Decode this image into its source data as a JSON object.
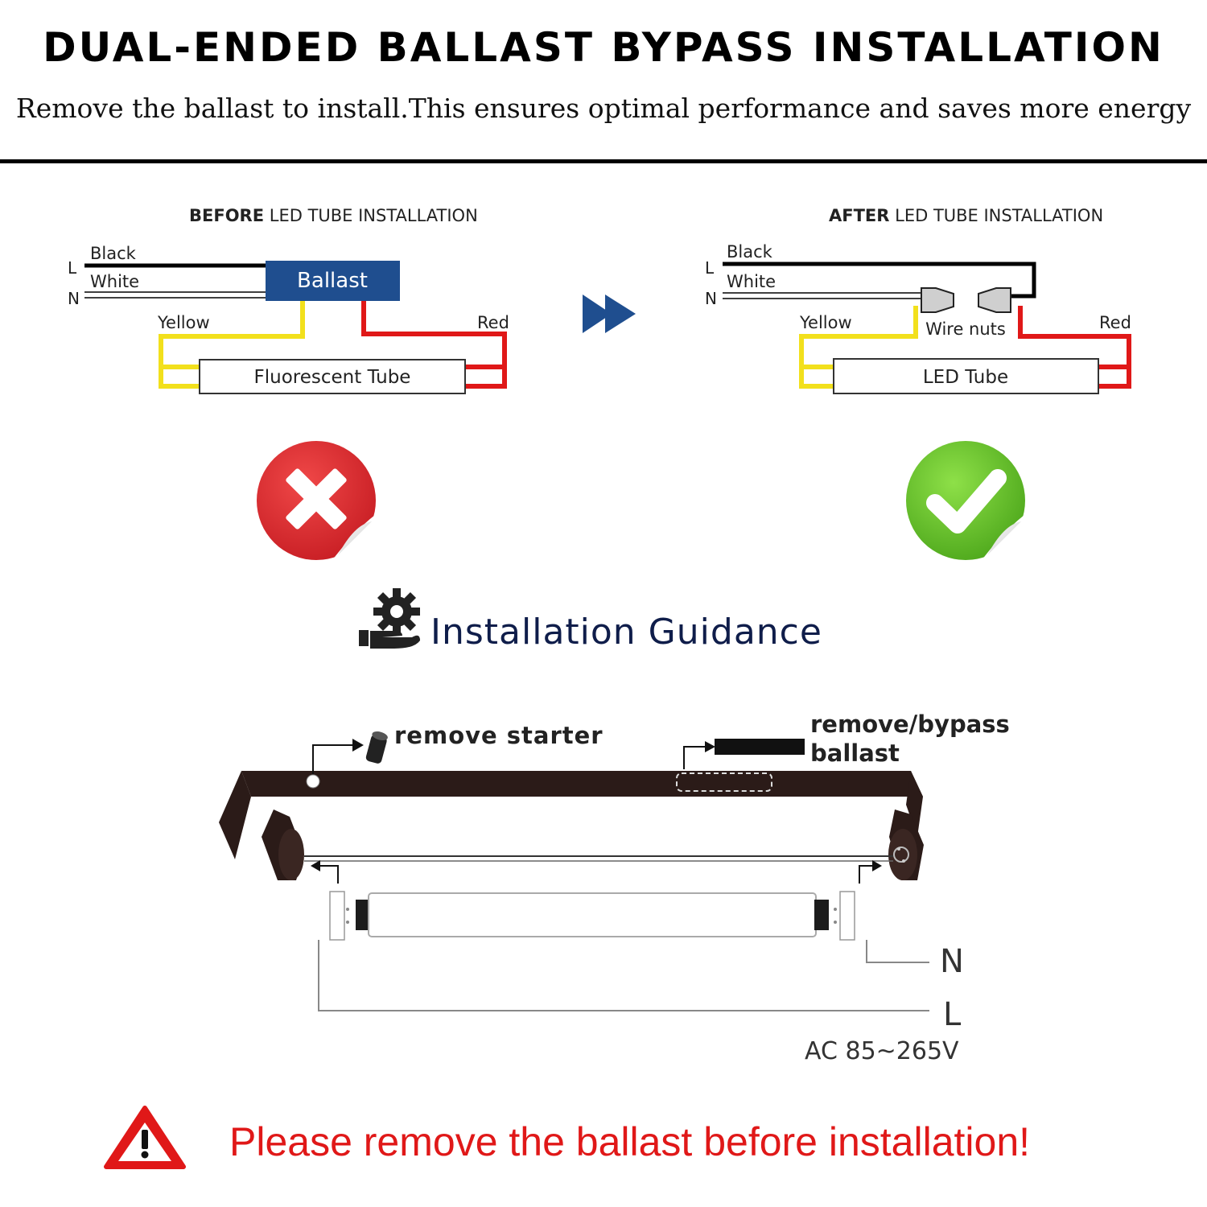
{
  "header": {
    "title": "DUAL-ENDED BALLAST BYPASS INSTALLATION",
    "subtitle": "Remove the ballast to install.This ensures optimal performance and saves more energy"
  },
  "before": {
    "heading_bold": "BEFORE",
    "heading_rest": " LED TUBE INSTALLATION",
    "line_l": "L",
    "line_n": "N",
    "wire_black": "Black",
    "wire_white": "White",
    "ballast": "Ballast",
    "wire_yellow": "Yellow",
    "wire_red": "Red",
    "tube": "Fluorescent Tube"
  },
  "after": {
    "heading_bold": "AFTER",
    "heading_rest": " LED TUBE INSTALLATION",
    "line_l": "L",
    "line_n": "N",
    "wire_black": "Black",
    "wire_white": "White",
    "wire_yellow": "Yellow",
    "wire_nuts": "Wire nuts",
    "wire_red": "Red",
    "tube": "LED Tube"
  },
  "guidance": {
    "title": "Installation Guidance",
    "remove_starter": "remove starter",
    "remove_bypass_1": "remove/bypass",
    "remove_bypass_2": "ballast",
    "label_n": "N",
    "label_l": "L",
    "voltage": "AC 85~265V"
  },
  "warning": {
    "text": "Please remove the ballast before installation!"
  },
  "colors": {
    "ballast_blue": "#1f4e8f",
    "wire_yellow": "#f2e01c",
    "wire_red": "#e01818",
    "cross_red": "#e3282e",
    "check_green": "#6cc42c",
    "arrow_blue": "#1f4e8f",
    "guide_navy": "#0f1d4a"
  },
  "icons": [
    "double-arrow-icon",
    "cross-icon",
    "check-icon",
    "gear-hand-icon",
    "warning-icon"
  ]
}
